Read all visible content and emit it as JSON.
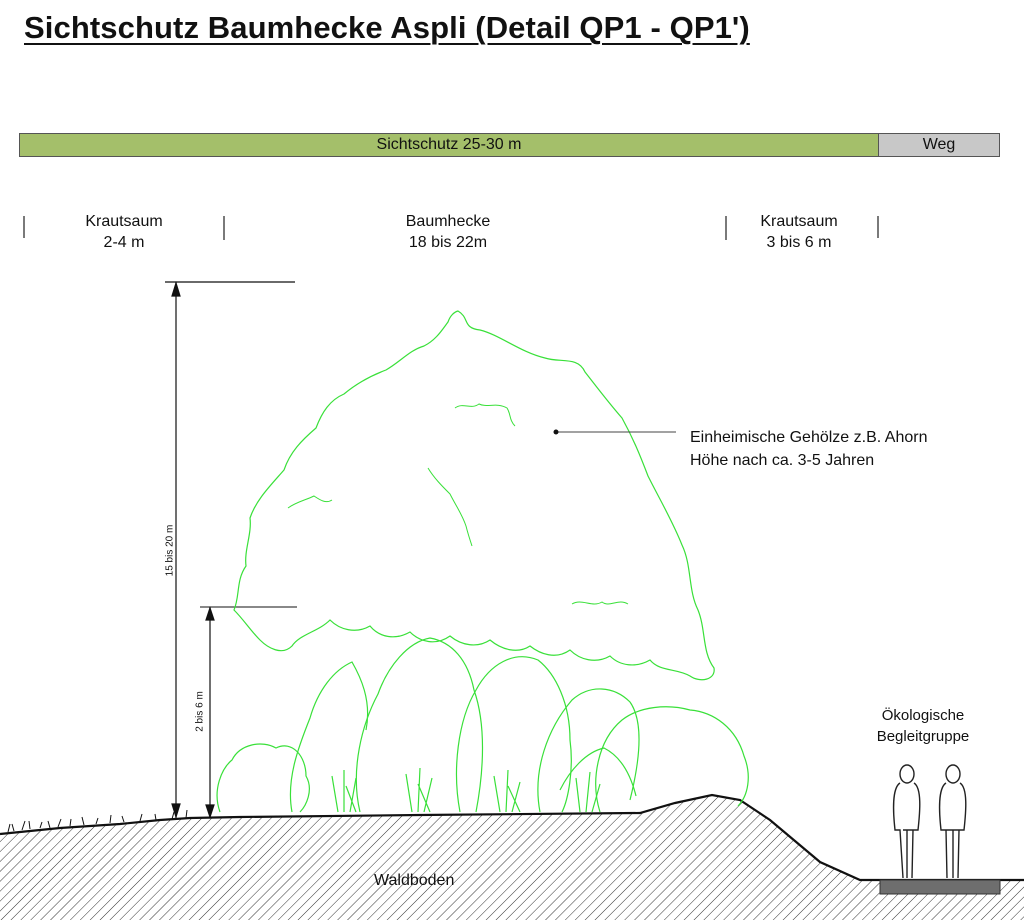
{
  "title": "Sichtschutz Baumhecke Aspli (Detail QP1 - QP1')",
  "bars": {
    "sichtschutz": "Sichtschutz 25-30 m",
    "weg": "Weg"
  },
  "zones": [
    {
      "name": "Krautsaum",
      "width": "2-4 m"
    },
    {
      "name": "Baumhecke",
      "width": "18 bis 22m"
    },
    {
      "name": "Krautsaum",
      "width": "3 bis 6 m"
    }
  ],
  "dimensions": {
    "total_height": "15 bis 20 m",
    "shrub_height": "2 bis 6 m"
  },
  "annotation": {
    "line1": "Einheimische Gehölze z.B. Ahorn",
    "line2": "Höhe nach ca. 3-5 Jahren"
  },
  "people_label": {
    "line1": "Ökologische",
    "line2": "Begleitgruppe"
  },
  "ground_label": "Waldboden",
  "colors": {
    "sichtschutz_bar": "#a4bf6a",
    "weg_bar": "#c8c8c8",
    "vegetation": "#39e039",
    "ink": "#111111"
  }
}
